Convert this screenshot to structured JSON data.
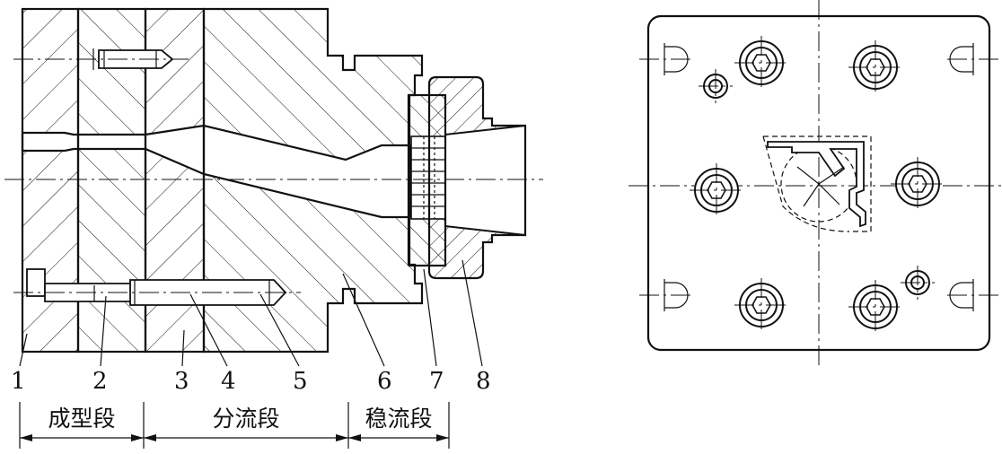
{
  "part_numbers": [
    "1",
    "2",
    "3",
    "4",
    "5",
    "6",
    "7",
    "8"
  ],
  "sections": {
    "forming": "成型段",
    "diverging": "分流段",
    "stabilizing": "稳流段"
  }
}
